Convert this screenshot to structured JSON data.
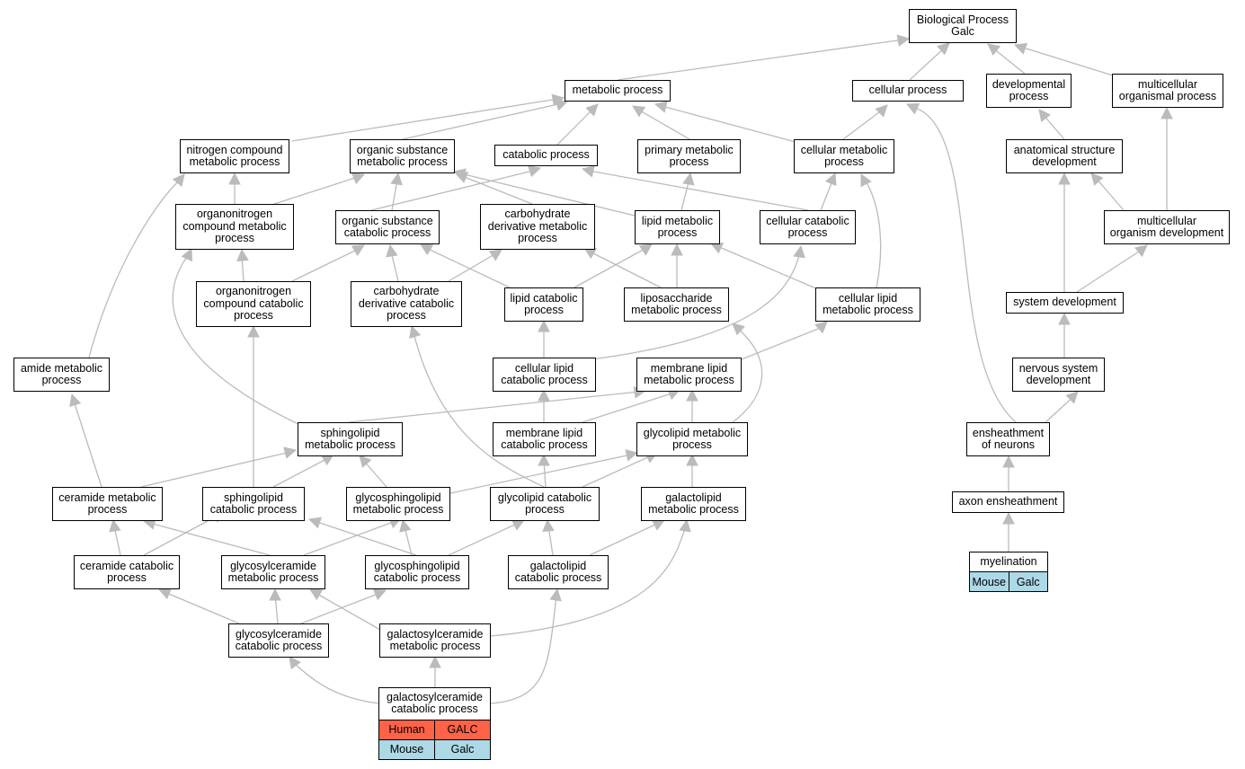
{
  "colors": {
    "edge": "#bbbbbb",
    "highlight_edge": "#0000ff",
    "human_row": "#ff6347",
    "mouse_row": "#add8e6"
  },
  "nodes": {
    "bp": "Biological Process\nGalc",
    "metabolic": "metabolic process",
    "cellular": "cellular process",
    "developmental": "developmental\nprocess",
    "multicellular_org": "multicellular\norganismal process",
    "nitrogen_compound": "nitrogen compound\nmetabolic process",
    "organic_substance_met": "organic substance\nmetabolic process",
    "catabolic": "catabolic process",
    "primary_metabolic": "primary metabolic\nprocess",
    "cellular_metabolic": "cellular metabolic\nprocess",
    "anatomical_structure": "anatomical structure\ndevelopment",
    "organonitrogen_met": "organonitrogen\ncompound metabolic\nprocess",
    "organic_substance_cat": "organic substance\ncatabolic process",
    "carbohydrate_deriv_met": "carbohydrate\nderivative metabolic\nprocess",
    "lipid_metabolic": "lipid metabolic\nprocess",
    "cellular_catabolic": "cellular catabolic\nprocess",
    "multicellular_dev": "multicellular\norganism development",
    "organonitrogen_cat": "organonitrogen\ncompound catabolic\nprocess",
    "carbohydrate_deriv_cat": "carbohydrate\nderivative catabolic\nprocess",
    "lipid_catabolic": "lipid catabolic\nprocess",
    "liposaccharide_met": "liposaccharide\nmetabolic process",
    "cellular_lipid_met": "cellular lipid\nmetabolic process",
    "system_dev": "system development",
    "amide_met": "amide metabolic\nprocess",
    "cellular_lipid_cat": "cellular lipid\ncatabolic process",
    "membrane_lipid_met": "membrane lipid\nmetabolic process",
    "nervous_system_dev": "nervous system\ndevelopment",
    "sphingolipid_met": "sphingolipid\nmetabolic process",
    "membrane_lipid_cat": "membrane lipid\ncatabolic process",
    "glycolipid_met": "glycolipid metabolic\nprocess",
    "ensheathment": "ensheathment\nof neurons",
    "ceramide_met": "ceramide metabolic\nprocess",
    "sphingolipid_cat": "sphingolipid\ncatabolic process",
    "glycosphingolipid_met": "glycosphingolipid\nmetabolic process",
    "glycolipid_cat": "glycolipid catabolic\nprocess",
    "galactolipid_met": "galactolipid\nmetabolic process",
    "axon_ensheathment": "axon ensheathment",
    "ceramide_cat": "ceramide catabolic\nprocess",
    "glycosylceramide_met": "glycosylceramide\nmetabolic process",
    "glycosphingolipid_cat": "glycosphingolipid\ncatabolic process",
    "galactolipid_cat": "galactolipid\ncatabolic process",
    "glycosylceramide_cat": "glycosylceramide\ncatabolic process",
    "galactosylceramide_met": "galactosylceramide\nmetabolic process"
  },
  "gene_tables": {
    "myelination": {
      "title": "myelination",
      "rows": [
        {
          "species": "Mouse",
          "gene": "Galc",
          "color": "#add8e6"
        }
      ]
    },
    "galactosylceramide_cat": {
      "title": "galactosylceramide\ncatabolic process",
      "rows": [
        {
          "species": "Human",
          "gene": "GALC",
          "color": "#ff6347"
        },
        {
          "species": "Mouse",
          "gene": "Galc",
          "color": "#add8e6"
        }
      ]
    }
  }
}
